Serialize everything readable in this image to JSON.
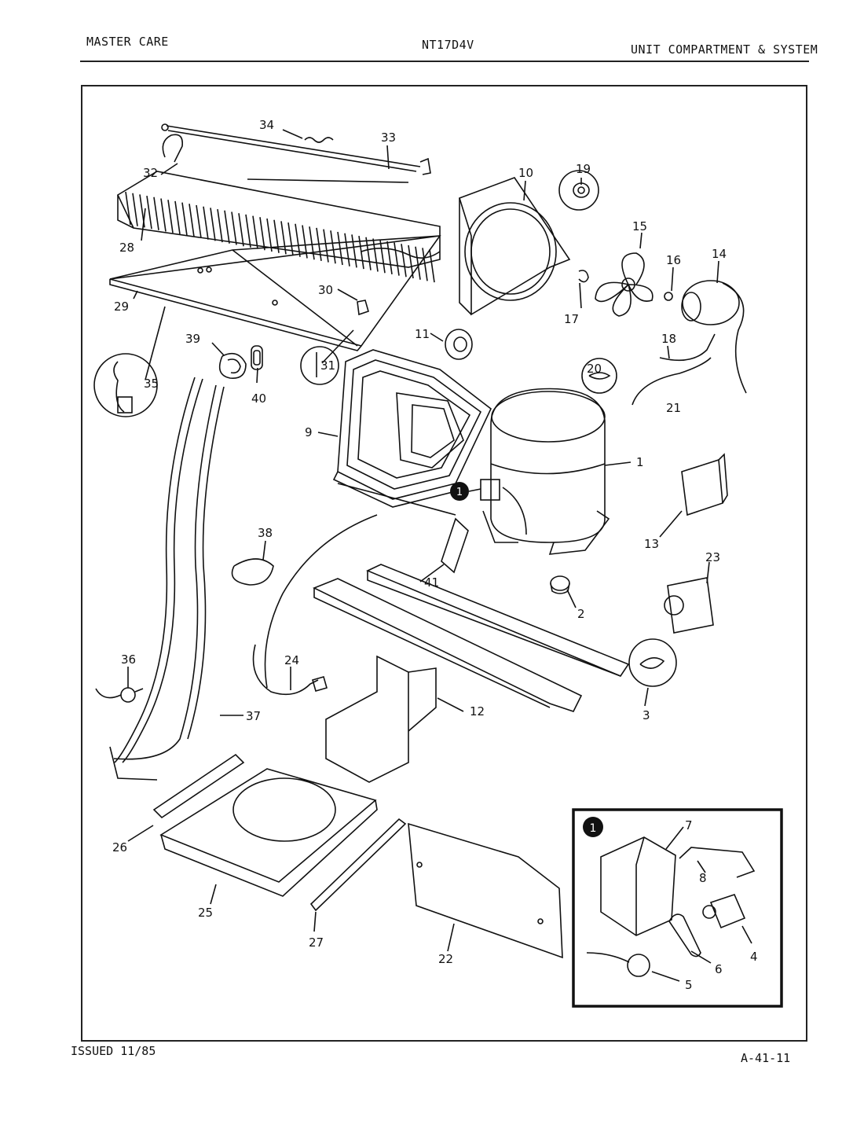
{
  "header": {
    "left": "MASTER CARE",
    "center": "NT17D4V",
    "right": "UNIT COMPARTMENT & SYSTEM"
  },
  "footer": {
    "left": "ISSUED 11/85",
    "right": "A-41-11"
  },
  "callouts": {
    "c1": "1",
    "c2": "2",
    "c3": "3",
    "c4": "4",
    "c5": "5",
    "c6": "6",
    "c7": "7",
    "c8": "8",
    "c9": "9",
    "c10": "10",
    "c11": "11",
    "c12": "12",
    "c13": "13",
    "c14": "14",
    "c15": "15",
    "c16": "16",
    "c17": "17",
    "c18": "18",
    "c19": "19",
    "c20": "20",
    "c21": "21",
    "c22": "22",
    "c23": "23",
    "c24": "24",
    "c25": "25",
    "c26": "26",
    "c27": "27",
    "c28": "28",
    "c29": "29",
    "c30": "30",
    "c31": "31",
    "c32": "32",
    "c33": "33",
    "c34": "34",
    "c35": "35",
    "c36": "36",
    "c37": "37",
    "c38": "38",
    "c39": "39",
    "c40": "40",
    "c41": "41"
  },
  "inset_marker": "1"
}
